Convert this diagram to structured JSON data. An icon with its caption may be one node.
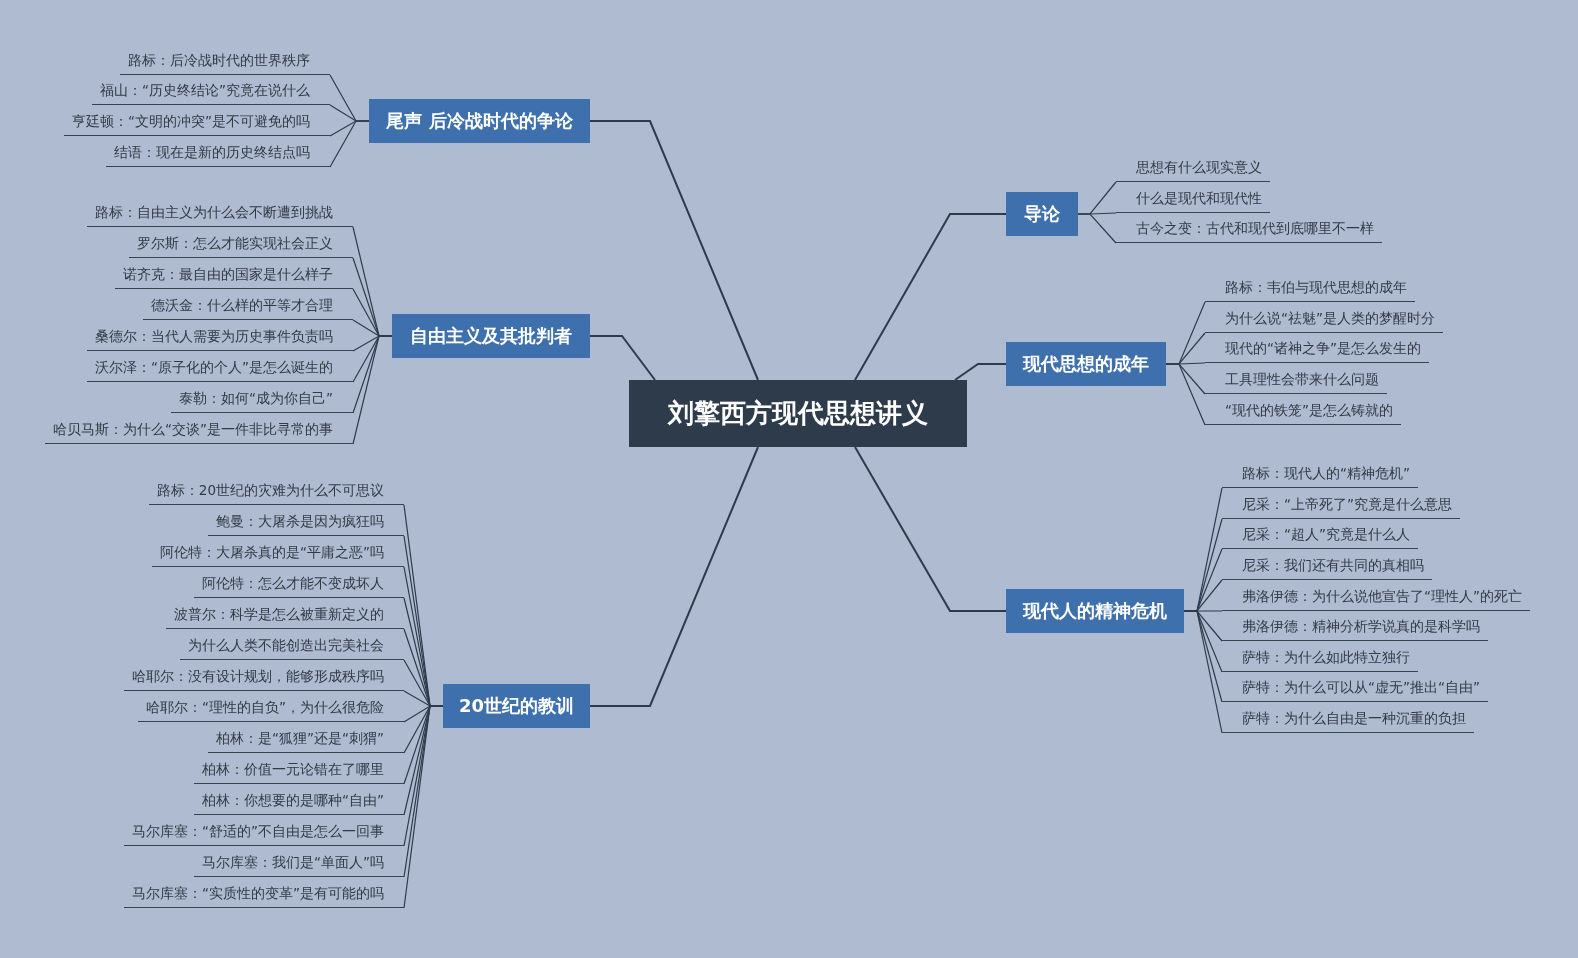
{
  "diagram": {
    "nodes": [
      {
        "text": [
          "刘擎西方现代思想讲义"
        ]
      },
      {
        "text": [
          "导论"
        ]
      },
      {
        "text": [
          "思想有什么现实意义"
        ]
      },
      {
        "text": [
          "什么是现代和现代性"
        ]
      },
      {
        "text": [
          "古今之变：古代和现代到底哪里不一样"
        ]
      },
      {
        "text": [
          "现代思想的成年"
        ]
      },
      {
        "text": [
          "路标：韦伯与现代思想的成年"
        ]
      },
      {
        "text": [
          "为什么说“祛魅”是人类的梦醒时分"
        ]
      },
      {
        "text": [
          "现代的“诸神之争”是怎么发生的"
        ]
      },
      {
        "text": [
          "工具理性会带来什么问题"
        ]
      },
      {
        "text": [
          "“现代的铁笼”是怎么铸就的"
        ]
      },
      {
        "text": [
          "现代人的精神危机"
        ]
      },
      {
        "text": [
          "路标：现代人的“精神危机”"
        ]
      },
      {
        "text": [
          "尼采：“上帝死了”究竟是什么意思"
        ]
      },
      {
        "text": [
          "尼采：“超人”究竟是什么人"
        ]
      },
      {
        "text": [
          "尼采：我们还有共同的真相吗"
        ]
      },
      {
        "text": [
          "弗洛伊德：为什么说他宣告了“理性人”的死亡"
        ]
      },
      {
        "text": [
          "弗洛伊德：精神分析学说真的是科学吗"
        ]
      },
      {
        "text": [
          "萨特：为什么如此特立独行"
        ]
      },
      {
        "text": [
          "萨特：为什么可以从“虚无”推出“自由”"
        ]
      },
      {
        "text": [
          "萨特：为什么自由是一种沉重的负担"
        ]
      },
      {
        "text": [
          "尾声 后冷战时代的争论"
        ]
      },
      {
        "text": [
          "路标：后冷战时代的世界秩序"
        ]
      },
      {
        "text": [
          "福山：“历史终结论”究竟在说什么"
        ]
      },
      {
        "text": [
          "亨廷顿：“文明的冲突”是不可避免的吗"
        ]
      },
      {
        "text": [
          "结语：现在是新的历史终结点吗"
        ]
      },
      {
        "text": [
          "自由主义及其批判者"
        ]
      },
      {
        "text": [
          "路标：自由主义为什么会不断遭到挑战"
        ]
      },
      {
        "text": [
          "罗尔斯：怎么才能实现社会正义"
        ]
      },
      {
        "text": [
          "诺齐克：最自由的国家是什么样子"
        ]
      },
      {
        "text": [
          "德沃金：什么样的平等才合理"
        ]
      },
      {
        "text": [
          "桑德尔：当代人需要为历史事件负责吗"
        ]
      },
      {
        "text": [
          "沃尔泽：“原子化的个人”是怎么诞生的"
        ]
      },
      {
        "text": [
          "泰勒：如何“成为你自己”"
        ]
      },
      {
        "text": [
          "哈贝马斯：为什么“交谈”是一件非比寻常的事"
        ]
      },
      {
        "text": [
          "20世纪的教训"
        ]
      },
      {
        "text": [
          "路标：20世纪的灾难为什么不可思议"
        ]
      },
      {
        "text": [
          "鲍曼：大屠杀是因为疯狂吗"
        ]
      },
      {
        "text": [
          "阿伦特：大屠杀真的是“平庸之恶”吗"
        ]
      },
      {
        "text": [
          "阿伦特：怎么才能不变成坏人"
        ]
      },
      {
        "text": [
          "波普尔：科学是怎么被重新定义的"
        ]
      },
      {
        "text": [
          "为什么人类不能创造出完美社会"
        ]
      },
      {
        "text": [
          "哈耶尔：没有设计规划，能够形成秩序吗"
        ]
      },
      {
        "text": [
          "哈耶尔：“理性的自负”，为什么很危险"
        ]
      },
      {
        "text": [
          "柏林：是“狐狸”还是“刺猬”"
        ]
      },
      {
        "text": [
          "柏林：价值一元论错在了哪里"
        ]
      },
      {
        "text": [
          "柏林：你想要的是哪种“自由”"
        ]
      },
      {
        "text": [
          "马尔库塞：“舒适的”不自由是怎么一回事"
        ]
      },
      {
        "text": [
          "马尔库塞：我们是“单面人”吗"
        ]
      },
      {
        "text": [
          "马尔库塞：“实质性的变革”是有可能的吗"
        ]
      }
    ],
    "edges": [
      {
        "from": 0,
        "to": 1,
        "arrow": "none"
      },
      {
        "from": 1,
        "to": 2,
        "arrow": "none"
      },
      {
        "from": 1,
        "to": 3,
        "arrow": "none"
      },
      {
        "from": 1,
        "to": 4,
        "arrow": "none"
      },
      {
        "from": 0,
        "to": 5,
        "arrow": "none"
      },
      {
        "from": 5,
        "to": 6,
        "arrow": "none"
      },
      {
        "from": 5,
        "to": 7,
        "arrow": "none"
      },
      {
        "from": 5,
        "to": 8,
        "arrow": "none"
      },
      {
        "from": 5,
        "to": 9,
        "arrow": "none"
      },
      {
        "from": 5,
        "to": 10,
        "arrow": "none"
      },
      {
        "from": 0,
        "to": 11,
        "arrow": "none"
      },
      {
        "from": 11,
        "to": 12,
        "arrow": "none"
      },
      {
        "from": 11,
        "to": 13,
        "arrow": "none"
      },
      {
        "from": 11,
        "to": 14,
        "arrow": "none"
      },
      {
        "from": 11,
        "to": 15,
        "arrow": "none"
      },
      {
        "from": 11,
        "to": 16,
        "arrow": "none"
      },
      {
        "from": 11,
        "to": 17,
        "arrow": "none"
      },
      {
        "from": 11,
        "to": 18,
        "arrow": "none"
      },
      {
        "from": 11,
        "to": 19,
        "arrow": "none"
      },
      {
        "from": 11,
        "to": 20,
        "arrow": "none"
      },
      {
        "from": 0,
        "to": 21,
        "arrow": "none"
      },
      {
        "from": 21,
        "to": 22,
        "arrow": "none"
      },
      {
        "from": 21,
        "to": 23,
        "arrow": "none"
      },
      {
        "from": 21,
        "to": 24,
        "arrow": "none"
      },
      {
        "from": 21,
        "to": 25,
        "arrow": "none"
      },
      {
        "from": 0,
        "to": 26,
        "arrow": "none"
      },
      {
        "from": 26,
        "to": 27,
        "arrow": "none"
      },
      {
        "from": 26,
        "to": 28,
        "arrow": "none"
      },
      {
        "from": 26,
        "to": 29,
        "arrow": "none"
      },
      {
        "from": 26,
        "to": 30,
        "arrow": "none"
      },
      {
        "from": 26,
        "to": 31,
        "arrow": "none"
      },
      {
        "from": 26,
        "to": 32,
        "arrow": "none"
      },
      {
        "from": 26,
        "to": 33,
        "arrow": "none"
      },
      {
        "from": 26,
        "to": 34,
        "arrow": "none"
      },
      {
        "from": 0,
        "to": 35,
        "arrow": "none"
      },
      {
        "from": 35,
        "to": 36,
        "arrow": "none"
      },
      {
        "from": 35,
        "to": 37,
        "arrow": "none"
      },
      {
        "from": 35,
        "to": 38,
        "arrow": "none"
      },
      {
        "from": 35,
        "to": 39,
        "arrow": "none"
      },
      {
        "from": 35,
        "to": 40,
        "arrow": "none"
      },
      {
        "from": 35,
        "to": 41,
        "arrow": "none"
      },
      {
        "from": 35,
        "to": 42,
        "arrow": "none"
      },
      {
        "from": 35,
        "to": 43,
        "arrow": "none"
      },
      {
        "from": 35,
        "to": 44,
        "arrow": "none"
      },
      {
        "from": 35,
        "to": 45,
        "arrow": "none"
      },
      {
        "from": 35,
        "to": 46,
        "arrow": "none"
      },
      {
        "from": 35,
        "to": 47,
        "arrow": "none"
      },
      {
        "from": 35,
        "to": 48,
        "arrow": "none"
      },
      {
        "from": 35,
        "to": 49,
        "arrow": "none"
      }
    ]
  }
}
